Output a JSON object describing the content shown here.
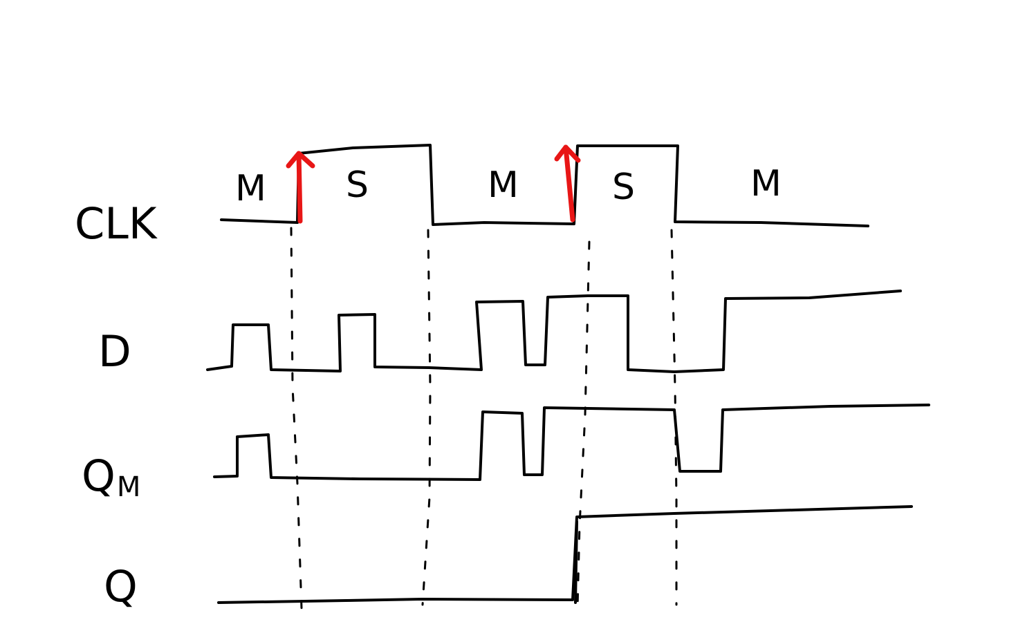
{
  "signals": {
    "clk": "CLK",
    "d": "D",
    "qm": "Q",
    "qm_subscript": "M",
    "q": "Q"
  },
  "phases": [
    "M",
    "S",
    "M",
    "S",
    "M"
  ],
  "edge_markers": {
    "count": 2,
    "color": "#e81616",
    "icon": "up-arrow-icon"
  }
}
